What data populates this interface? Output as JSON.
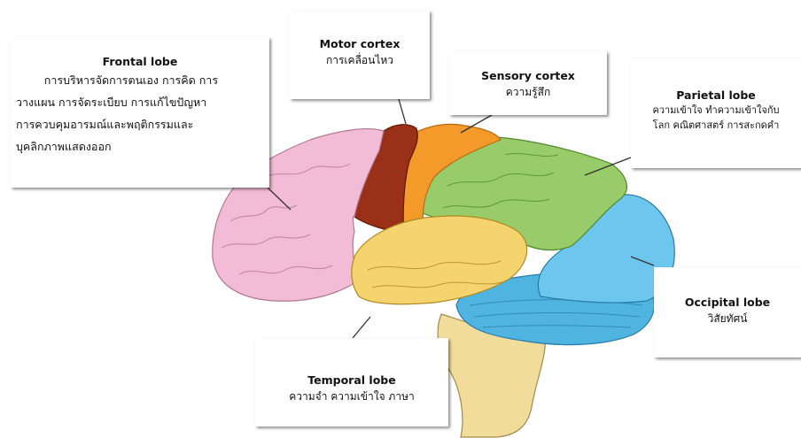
{
  "labels": {
    "frontal": {
      "title": "Frontal lobe",
      "lines": [
        "        การบริหารจัดการตนเอง การคิด การ",
        "วางแผน การจัดระเบียบ การแก้ไขปัญหา",
        "การควบคุมอารมณ์และพฤติกรรมและ",
        "บุคลิกภาพแสดงออก"
      ]
    },
    "motor": {
      "title": "Motor cortex",
      "lines": [
        "การเคลื่อนไหว"
      ]
    },
    "sensory": {
      "title": "Sensory cortex",
      "lines": [
        "ความรู้สึก"
      ]
    },
    "parietal": {
      "title": "Parietal lobe",
      "lines": [
        "ความเข้าใจ ทำความเข้าใจกับ",
        "โลก คณิตศาสตร์ การสะกดคำ"
      ]
    },
    "occipital": {
      "title": "Occipital lobe",
      "lines": [
        "วิสัยทัศน์"
      ]
    },
    "temporal": {
      "title": "Temporal lobe",
      "lines": [
        "ความจำ ความเข้าใจ ภาษา"
      ]
    }
  },
  "colors": {
    "frontal": "#f3bcd6",
    "motor": "#9a3018",
    "sensory": "#f39a2a",
    "parietal": "#98cc6a",
    "occipital": "#6cc6ee",
    "temporal": "#f5d36e",
    "cerebellum": "#4fb4e0",
    "brainstem": "#f2dc9c"
  }
}
